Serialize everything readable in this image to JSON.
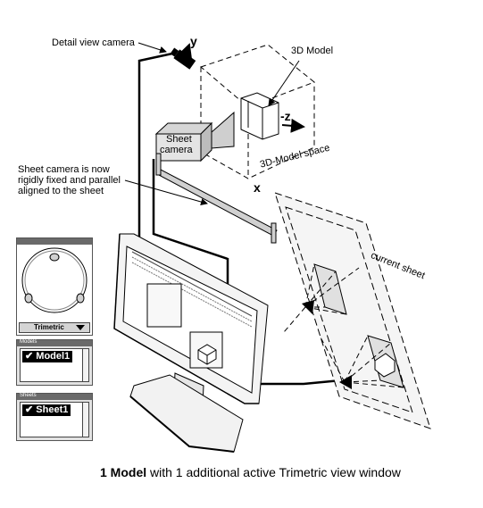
{
  "labels": {
    "detail_camera": "Detail view camera",
    "y_axis": "y",
    "model_3d": "3D Model",
    "z_axis": "-z",
    "sheet_camera_line1": "Sheet",
    "sheet_camera_line2": "camera",
    "model_space": "3D-Model space",
    "sheet_camera_note": "Sheet camera is now rigidly fixed and parallel aligned to the sheet",
    "x_axis": "x",
    "current_sheet": "current sheet"
  },
  "view_panel": {
    "dropdown_value": "Trimetric"
  },
  "models_panel": {
    "title": "Models",
    "selected_item": "Model1"
  },
  "sheets_panel": {
    "title": "Sheets",
    "selected_item": "Sheet1"
  },
  "caption": {
    "bold": "1 Model",
    "rest": " with 1 additional active Trimetric view window"
  }
}
